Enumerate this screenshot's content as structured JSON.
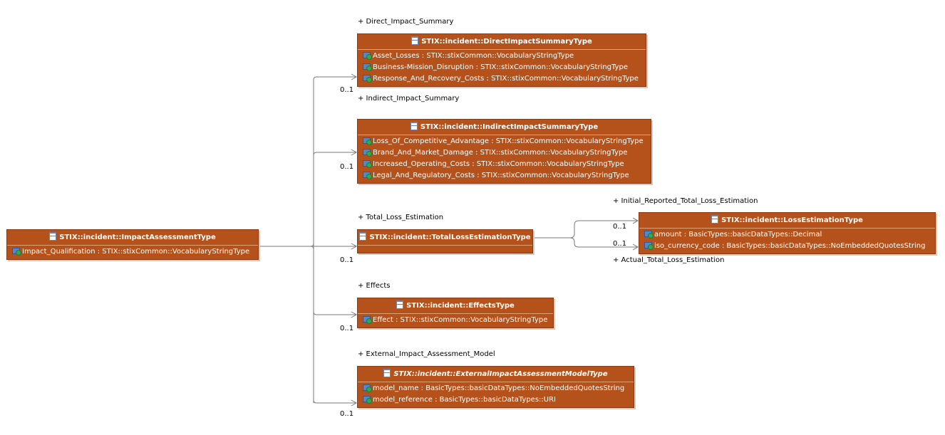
{
  "root": {
    "name": "STIX::incident::ImpactAssessmentType",
    "attributes": [
      "Impact_Qualification : STIX::stixCommon::VocabularyStringType"
    ]
  },
  "direct": {
    "role": "+ Direct_Impact_Summary",
    "multiplicity": "0..1",
    "name": "STIX::incident::DirectImpactSummaryType",
    "attributes": [
      "Asset_Losses : STIX::stixCommon::VocabularyStringType",
      "Business-Mission_Disruption : STIX::stixCommon::VocabularyStringType",
      "Response_And_Recovery_Costs : STIX::stixCommon::VocabularyStringType"
    ]
  },
  "indirect": {
    "role": "+ Indirect_Impact_Summary",
    "multiplicity": "0..1",
    "name": "STIX::incident::IndirectImpactSummaryType",
    "attributes": [
      "Loss_Of_Competitive_Advantage : STIX::stixCommon::VocabularyStringType",
      "Brand_And_Market_Damage : STIX::stixCommon::VocabularyStringType",
      "Increased_Operating_Costs : STIX::stixCommon::VocabularyStringType",
      "Legal_And_Regulatory_Costs : STIX::stixCommon::VocabularyStringType"
    ]
  },
  "total": {
    "role": "+ Total_Loss_Estimation",
    "multiplicity": "0..1",
    "name": "STIX::incident::TotalLossEstimationType"
  },
  "loss": {
    "name": "STIX::incident::LossEstimationType",
    "attributes": [
      "amount : BasicTypes::basicDataTypes::Decimal",
      "iso_currency_code : BasicTypes::basicDataTypes::NoEmbeddedQuotesString"
    ],
    "role_initial": "+ Initial_Reported_Total_Loss_Estimation",
    "mult_initial": "0..1",
    "role_actual": "+ Actual_Total_Loss_Estimation",
    "mult_actual": "0..1"
  },
  "effects": {
    "role": "+ Effects",
    "multiplicity": "0..1",
    "name": "STIX::incident::EffectsType",
    "attributes": [
      "Effect : STIX::stixCommon::VocabularyStringType"
    ]
  },
  "external": {
    "role": "+ External_Impact_Assessment_Model",
    "multiplicity": "0..1",
    "name": "STIX::incident::ExternalImpactAssessmentModelType",
    "attributes": [
      "model_name : BasicTypes::basicDataTypes::NoEmbeddedQuotesString",
      "model_reference : BasicTypes::basicDataTypes::URI"
    ]
  }
}
